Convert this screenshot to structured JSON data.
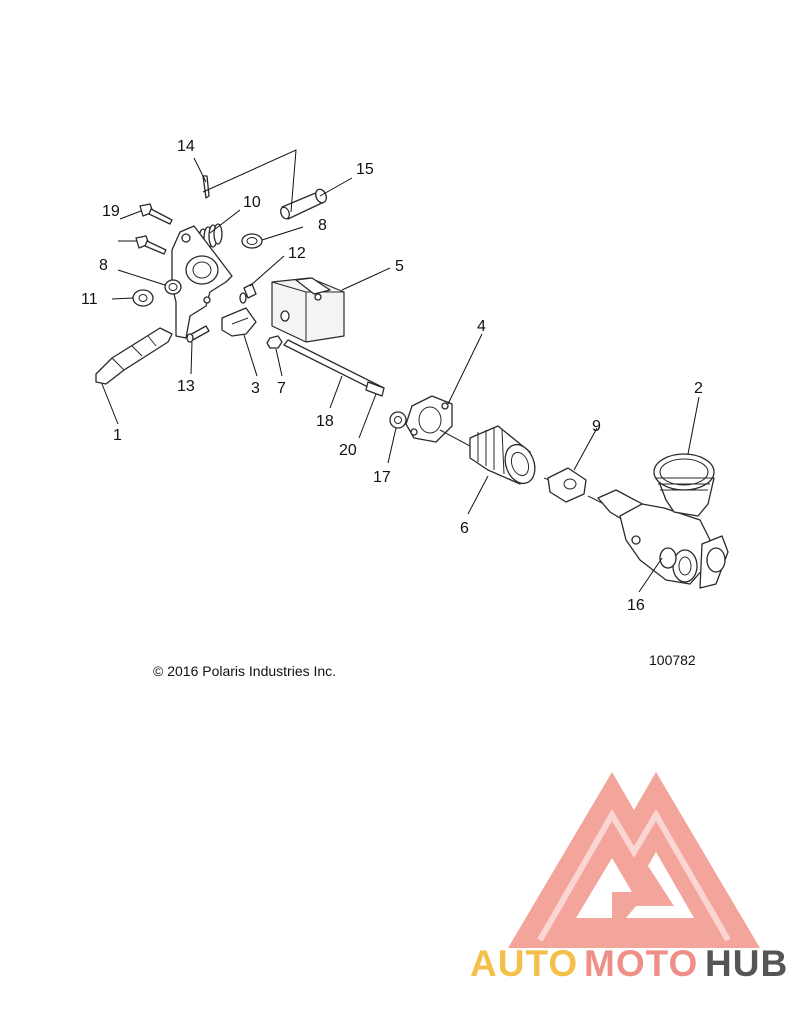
{
  "diagram": {
    "callouts": {
      "c1": "1",
      "c2": "2",
      "c3": "3",
      "c4": "4",
      "c5": "5",
      "c6": "6",
      "c7": "7",
      "c8a": "8",
      "c8b": "8",
      "c9": "9",
      "c10": "10",
      "c11": "11",
      "c12": "12",
      "c13": "13",
      "c14": "14",
      "c15": "15",
      "c16": "16",
      "c17": "17",
      "c18": "18",
      "c19": "19",
      "c20": "20"
    },
    "copyright": "© 2016 Polaris Industries Inc.",
    "figure_number": "100782"
  },
  "watermark": {
    "brand_auto": "AUTO",
    "brand_moto": "MOTO",
    "brand_hub": "HUB",
    "colors": {
      "triangle": "#f3a59c",
      "auto": "#f5c04a",
      "moto": "#ef8f87",
      "hub": "#555555"
    }
  }
}
